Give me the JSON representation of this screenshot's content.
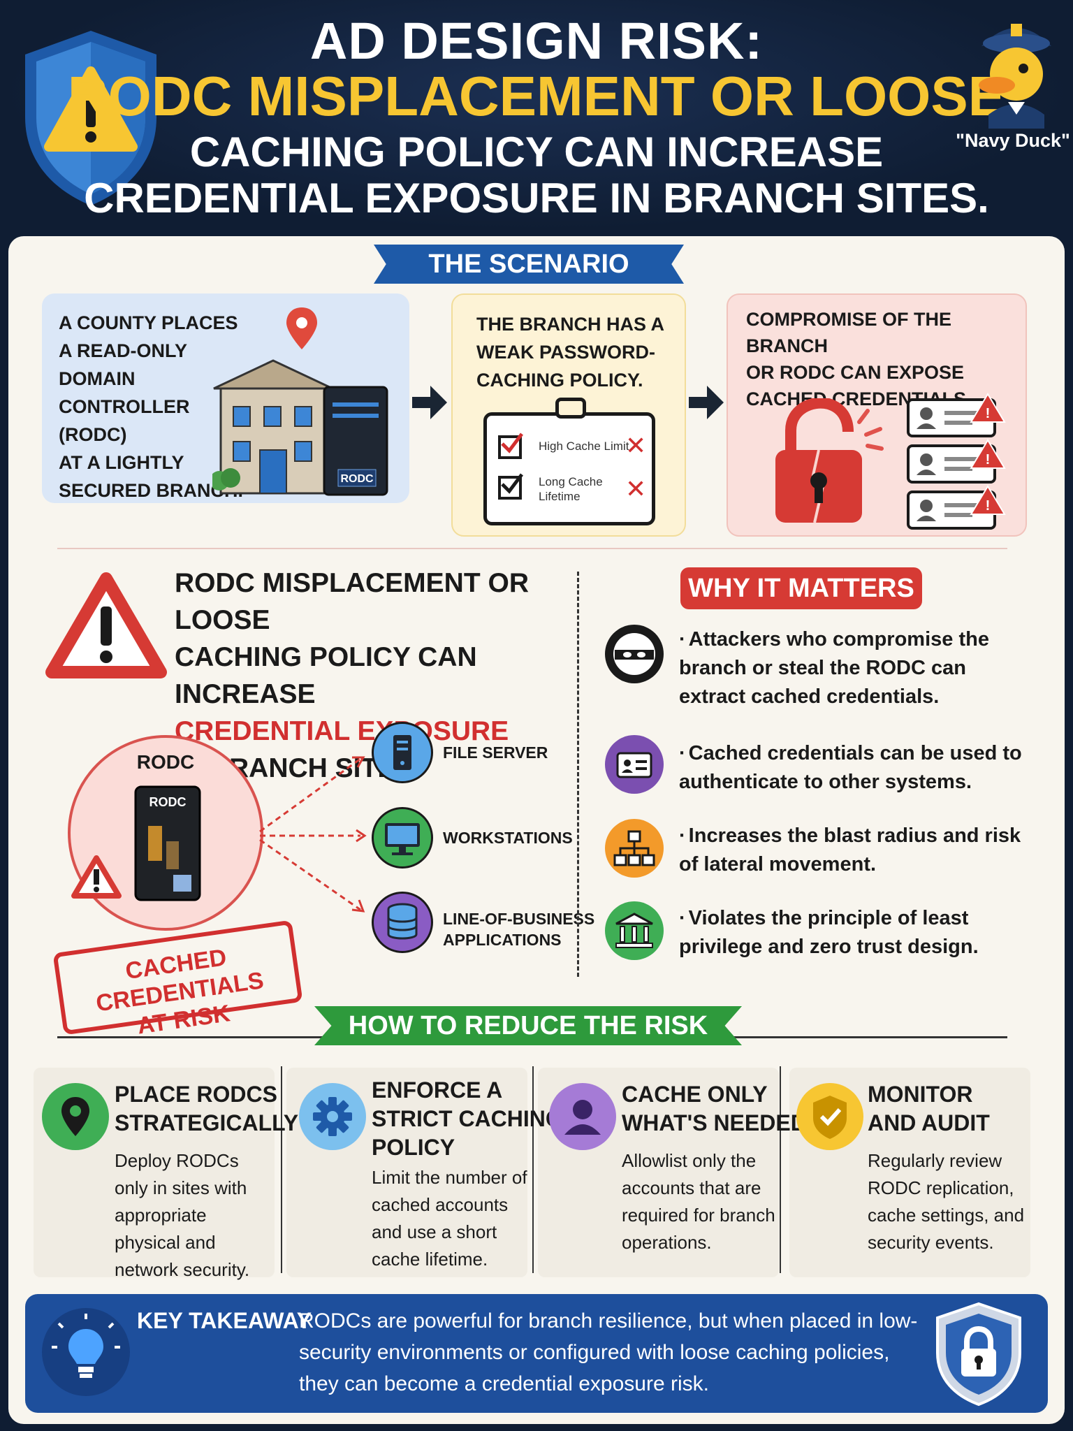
{
  "header": {
    "line1": "AD DESIGN RISK:",
    "line2": "RODC MISPLACEMENT OR LOOSE",
    "line3": "CACHING POLICY CAN INCREASE",
    "line4": "CREDENTIAL EXPOSURE IN BRANCH SITES.",
    "mascot_label": "\"Navy Duck\""
  },
  "scenario": {
    "banner": "THE SCENARIO",
    "card1": "A COUNTY PLACES A READ-ONLY DOMAIN CONTROLLER (RODC) AT A LIGHTLY SECURED BRANCH.",
    "card1_lines": [
      "A COUNTY PLACES",
      "A READ-ONLY DOMAIN",
      "CONTROLLER (RODC)",
      "AT A LIGHTLY",
      "SECURED BRANCH."
    ],
    "server_label": "RODC",
    "card2_lines": [
      "THE BRANCH HAS A",
      "WEAK PASSWORD-",
      "CACHING POLICY."
    ],
    "clip_item1": "High Cache Limit",
    "clip_item2_a": "Long Cache",
    "clip_item2_b": "Lifetime",
    "card3_lines": [
      "COMPROMISE OF THE BRANCH",
      "OR RODC CAN EXPOSE",
      "CACHED CREDENTIALS."
    ]
  },
  "middle": {
    "title_a": "RODC MISPLACEMENT OR LOOSE",
    "title_b": "CACHING POLICY CAN INCREASE",
    "title_red": "CREDENTIAL EXPOSURE",
    "title_c": "IN BRANCH SITES.",
    "rodc_label": "RODC",
    "rodc_device_label": "RODC",
    "stamp_a": "CACHED CREDENTIALS",
    "stamp_b": "AT RISK",
    "targets": [
      "FILE SERVER",
      "WORKSTATIONS",
      "LINE-OF-BUSINESS",
      "APPLICATIONS"
    ]
  },
  "why": {
    "banner": "WHY IT MATTERS",
    "items": [
      "Attackers who compromise the branch or steal the RODC can extract cached credentials.",
      "Cached credentials can be used to authenticate to other systems.",
      "Increases the blast radius and risk of lateral movement.",
      "Violates the principle of least privilege and zero trust design."
    ]
  },
  "reduce": {
    "banner": "HOW TO REDUCE THE RISK",
    "cols": [
      {
        "h1": "PLACE RODCS",
        "h2": "STRATEGICALLY",
        "h3": "",
        "body": "Deploy RODCs only in sites with appropriate physical and network security."
      },
      {
        "h1": "ENFORCE A",
        "h2": "STRICT CACHING",
        "h3": "POLICY",
        "body": "Limit the number of cached accounts and use a short cache lifetime."
      },
      {
        "h1": "CACHE ONLY",
        "h2": "WHAT'S NEEDED",
        "h3": "",
        "body": "Allowlist only the accounts that are required for branch operations."
      },
      {
        "h1": "MONITOR",
        "h2": "AND AUDIT",
        "h3": "",
        "body": "Regularly review RODC replication, cache settings, and security events."
      }
    ]
  },
  "takeaway": {
    "label": "KEY TAKEAWAY",
    "text": "RODCs are powerful for branch resilience, but when placed in low-security environments or configured with loose caching policies, they can become a credential exposure risk."
  },
  "colors": {
    "navy": "#0f1d33",
    "gold": "#f7c632",
    "blue": "#1e5aa8",
    "red": "#d63a34",
    "green": "#2e9a3c",
    "takeaway": "#1e4f9c"
  }
}
